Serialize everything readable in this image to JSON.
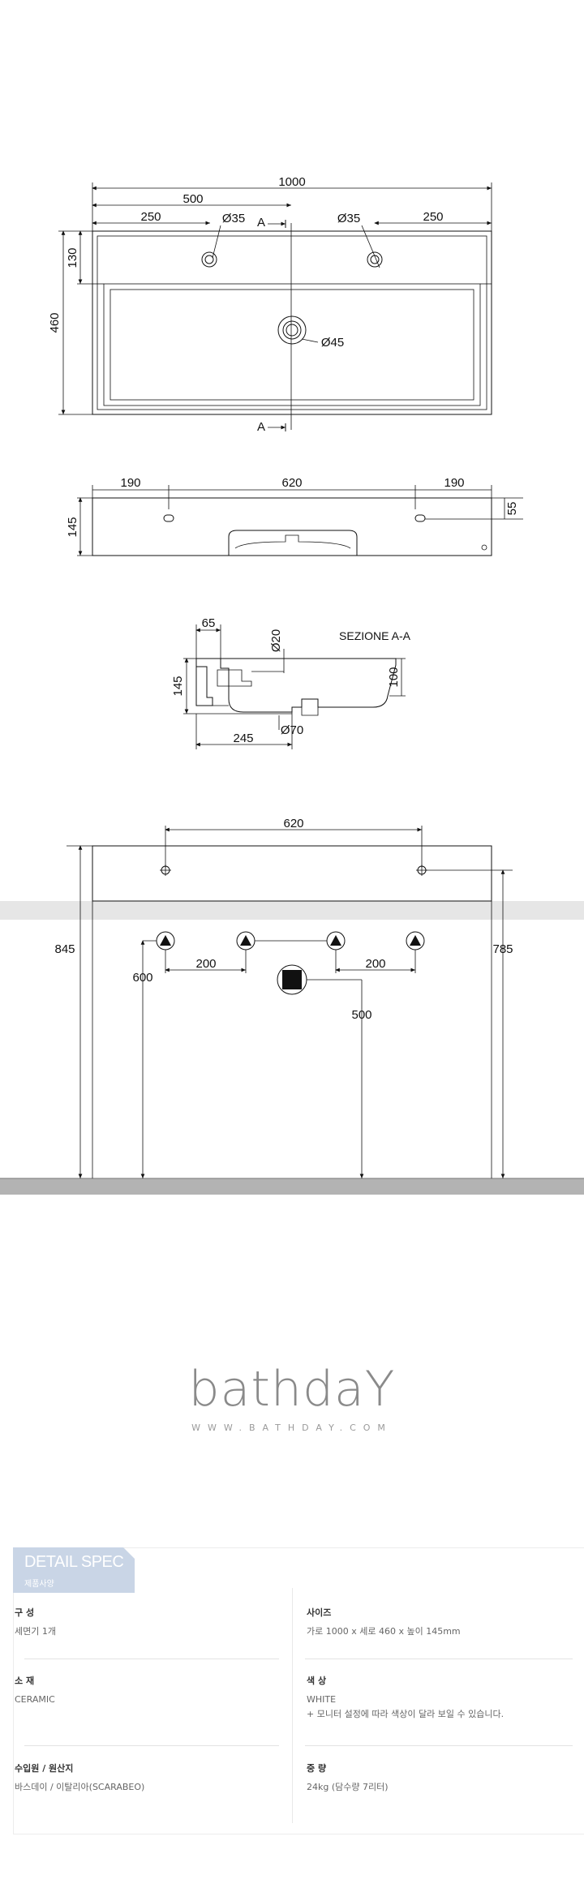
{
  "drawing": {
    "top": {
      "overall_width": "1000",
      "half_width": "500",
      "left_offset": "250",
      "right_offset": "250",
      "hole_left": "Ø35",
      "hole_right": "Ø35",
      "drain": "Ø45",
      "overall_depth": "460",
      "deck_depth": "130",
      "section_mark_top": "A",
      "section_mark_bottom": "A"
    },
    "front": {
      "left_margin": "190",
      "center": "620",
      "right_margin": "190",
      "height": "145",
      "hole_height": "55"
    },
    "section": {
      "title": "SEZIONE A-A",
      "rim": "65",
      "tap_hole": "Ø20",
      "height": "145",
      "bowl_depth": "100",
      "outlet": "Ø70",
      "outlet_offset": "245"
    },
    "install": {
      "hole_spacing": "620",
      "total_height": "845",
      "outlet_height": "600",
      "left_spacing": "200",
      "right_spacing": "200",
      "drain_height": "500",
      "basin_height": "785"
    }
  },
  "brand": {
    "logo": "bathdaY",
    "url": "WWW.BATHDAY.COM"
  },
  "spec": {
    "tab_title": "DETAIL SPEC",
    "tab_subtitle": "제품사양",
    "items": [
      {
        "label": "구 성",
        "value": "세면기 1개"
      },
      {
        "label": "사이즈",
        "value": "가로 1000 x 세로 460 x 높이 145mm"
      },
      {
        "label": "소 재",
        "value": "CERAMIC"
      },
      {
        "label": "색 상",
        "value": "WHITE"
      },
      {
        "label": "수입원 / 원산지",
        "value": "바스데이 / 이탈리아(SCARABEO)"
      },
      {
        "label": "중 량",
        "value": "24kg  (담수량 7리터)"
      }
    ],
    "color_note": "+ 모니터 설정에 따라 색상이 달라 보일 수 있습니다."
  },
  "colors": {
    "tab_bg": "#c9d5e6",
    "floor": "#b3b3b3",
    "wall_band": "#e6e6e6"
  }
}
